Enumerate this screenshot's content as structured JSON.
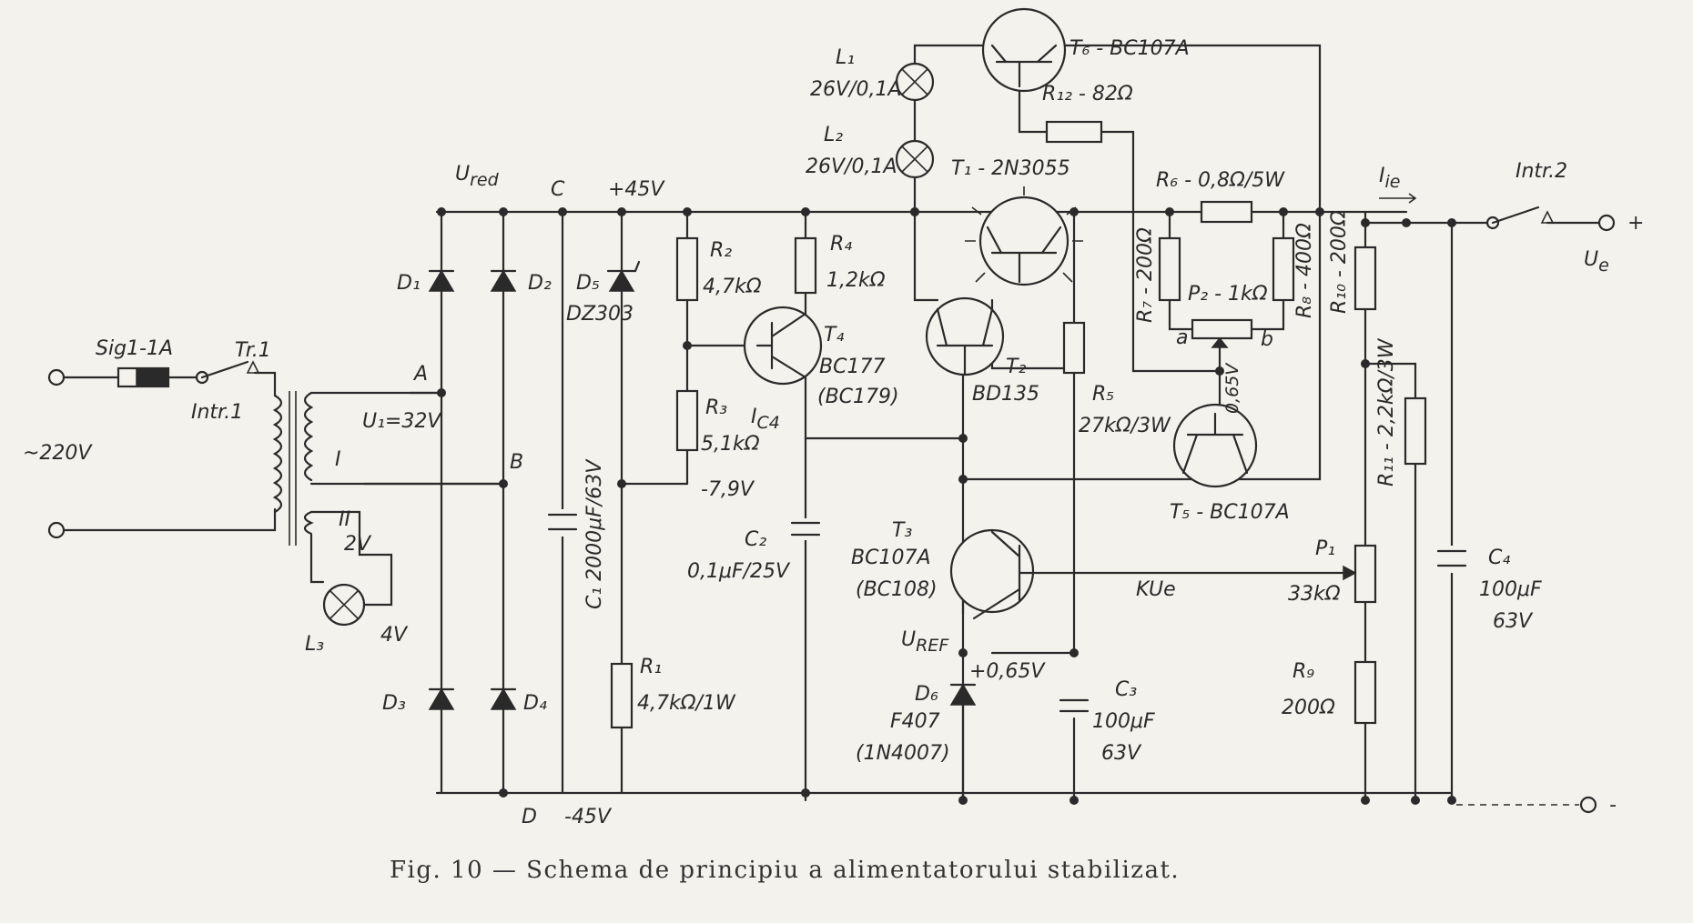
{
  "caption": "Fig. 10 — Schema de principiu a alimentatorului stabilizat.",
  "labels": {
    "sig": "Sig1-1A",
    "tr": "Tr.1",
    "intr1": "Intr.1",
    "mains": "~220V",
    "ured": "U",
    "ured_sub": "red",
    "node_c": "C",
    "plus45": "+45V",
    "node_a": "A",
    "node_b": "B",
    "node_d": "D",
    "minus45": "-45V",
    "u1": "U₁=32V",
    "winding_1": "I",
    "winding_2": "II",
    "v2": "2V",
    "l3": "L₃",
    "l3_v": "4V",
    "d1": "D₁",
    "d2": "D₂",
    "d3": "D₃",
    "d4": "D₄",
    "d5": "D₅",
    "dz": "DZ303",
    "c1": "C₁ 2000μF/63V",
    "r1": "R₁",
    "r1_v": "4,7kΩ/1W",
    "minus79": "-7,9V",
    "r2": "R₂",
    "r2_v": "4,7kΩ",
    "r3": "R₃",
    "r3_v": "5,1kΩ",
    "r4": "R₄",
    "r4_v": "1,2kΩ",
    "ic4": "I",
    "ic4_sub": "C4",
    "t4": "T₄",
    "t4_a": "BC177",
    "t4_b": "(BC179)",
    "c2": "C₂",
    "c2_v": "0,1μF/25V",
    "l1": "L₁",
    "l1_v": "26V/0,1A",
    "l2": "L₂",
    "l2_v": "26V/0,1A",
    "t6": "T₆ - BC107A",
    "r12": "R₁₂ - 82Ω",
    "t1": "T₁ - 2N3055",
    "t2": "T₂",
    "t2_v": "BD135",
    "r6": "R₆ - 0,8Ω/5W",
    "r7": "R₇ - 200Ω",
    "p2": "P₂ - 1kΩ",
    "pa": "a",
    "pb": "b",
    "r8": "R₈ - 400Ω",
    "r10": "R₁₀ - 200Ω",
    "r5": "R₅",
    "r5_v": "27kΩ/3W",
    "v065a": "0,65V",
    "t5": "T₅ - BC107A",
    "t3": "T₃",
    "t3_a": "BC107A",
    "t3_b": "(BC108)",
    "kue": "KUe",
    "uref": "U",
    "uref_sub": "REF",
    "v065b": "+0,65V",
    "d6": "D₆",
    "d6_a": "F407",
    "d6_b": "(1N4007)",
    "c3": "C₃",
    "c3_v": "100μF",
    "c3_v2": "63V",
    "r11": "R₁₁ - 2,2kΩ/3W",
    "p1": "P₁",
    "p1_v": "33kΩ",
    "r9": "R₉",
    "r9_v": "200Ω",
    "c4": "C₄",
    "c4_v": "100μF",
    "c4_v2": "63V",
    "iie": "I",
    "iie_sub": "ie",
    "intr2": "Intr.2",
    "ue": "U",
    "ue_sub": "e",
    "plus": "+",
    "minus": "-"
  }
}
